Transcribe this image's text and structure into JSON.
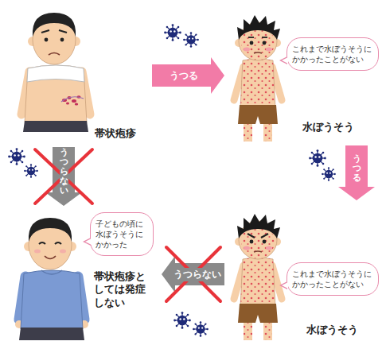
{
  "diagram": {
    "nodes": [
      {
        "text": [
          "帯状疱疹"
        ]
      },
      {
        "text": [
          "水ぼうそう"
        ]
      },
      {
        "text": [
          "これまで水ぼうそうにかかったことがない"
        ],
        "in": 1
      },
      {
        "text": [
          "帯状疱疹としては発症しない"
        ]
      },
      {
        "text": [
          "子どもの頃に水ぼうそうにかかった"
        ],
        "in": 3
      },
      {
        "text": [
          "水ぼうそう"
        ]
      },
      {
        "text": [
          "これまで水ぼうそうにかかったことがない"
        ],
        "in": 5
      }
    ],
    "edges": [
      {
        "from": 0,
        "to": 1,
        "arrow": "to",
        "label": "うつる"
      },
      {
        "from": 0,
        "to": 3,
        "arrow": "to",
        "label": "うつらない"
      },
      {
        "from": 1,
        "to": 5,
        "arrow": "to",
        "label": "うつる"
      },
      {
        "from": 5,
        "to": 3,
        "arrow": "to",
        "label": "うつらない"
      }
    ]
  }
}
